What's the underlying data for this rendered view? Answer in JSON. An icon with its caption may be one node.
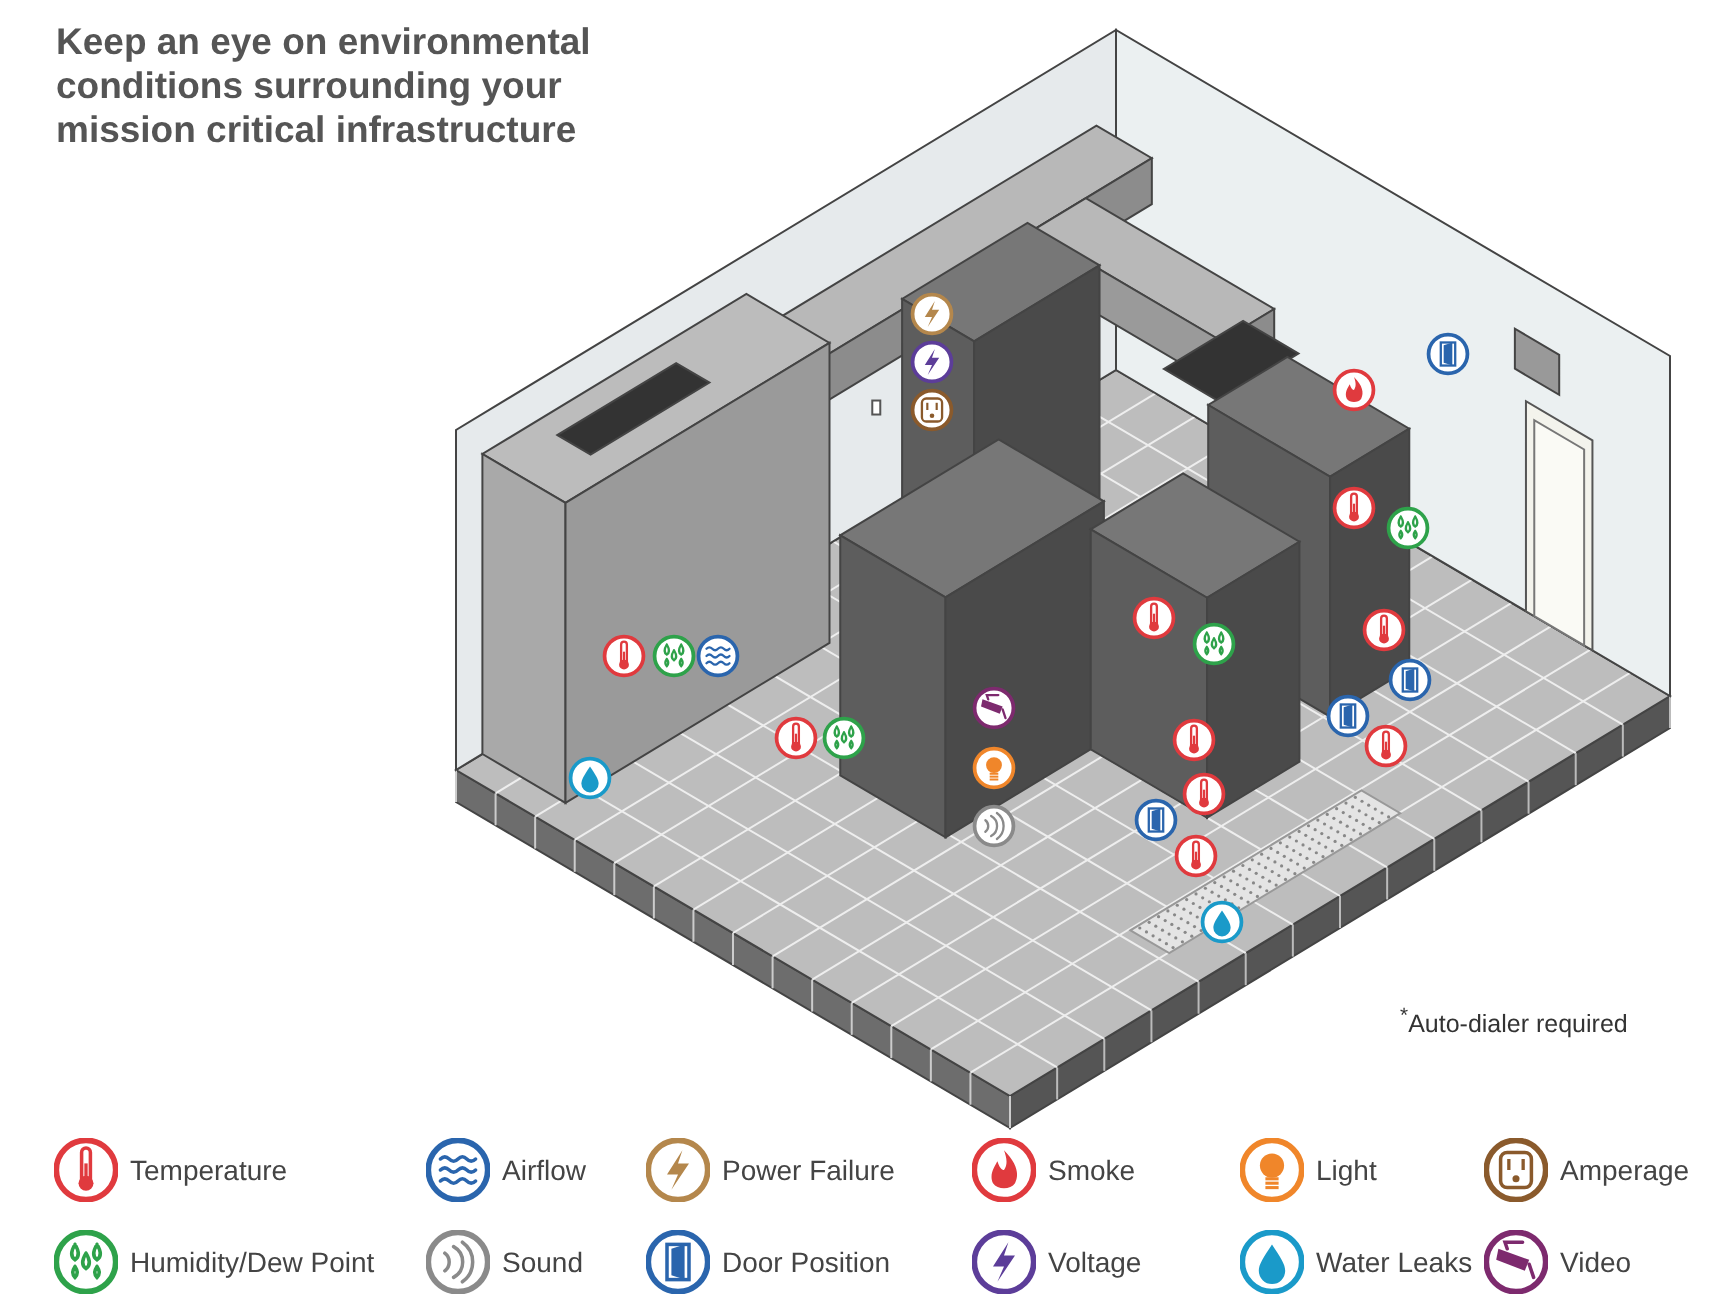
{
  "diagram": {
    "title": "Keep an eye on environmental conditions surrounding your mission critical infrastructure",
    "labels": [
      "$^{*}$Auto-dialer required"
    ],
    "legend": [
      {
        "text": "Temperature"
      },
      {
        "text": "Airflow"
      },
      {
        "text": "Power Failure"
      },
      {
        "text": "Smoke"
      },
      {
        "text": "Light"
      },
      {
        "text": "Amperage"
      },
      {
        "text": "Humidity/Dew Point"
      },
      {
        "text": "Sound"
      },
      {
        "text": "Door Position"
      },
      {
        "text": "Voltage"
      },
      {
        "text": "Water Leaks"
      },
      {
        "text": "Video"
      }
    ]
  }
}
